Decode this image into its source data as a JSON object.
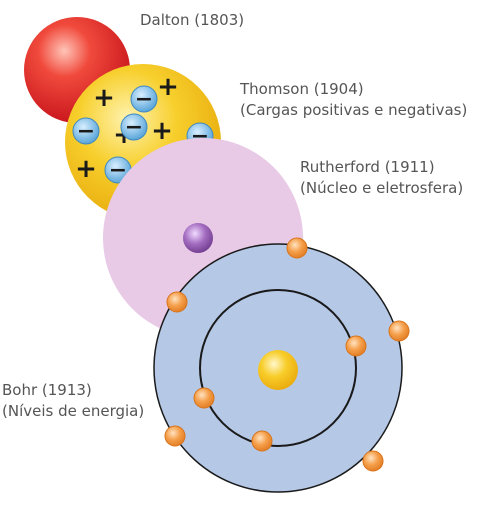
{
  "models": [
    {
      "key": "dalton",
      "name": "Dalton (1803)",
      "subtitle": ""
    },
    {
      "key": "thomson",
      "name": "Thomson (1904)",
      "subtitle": "(Cargas positivas e negativas)"
    },
    {
      "key": "rutherford",
      "name": "Rutherford (1911)",
      "subtitle": "(Núcleo e eletrosfera)"
    },
    {
      "key": "bohr",
      "name": "Bohr (1913)",
      "subtitle": "(Níveis de energia)"
    }
  ],
  "symbols": {
    "plus": "+",
    "minus": "−"
  },
  "colors": {
    "dalton_red": "#e01f25",
    "thomson_yellow": "#f3c316",
    "thomson_electron": "#6fb6e3",
    "rutherford_cloud": "#e8c9e6",
    "rutherford_nucleus": "#9a62b3",
    "bohr_disk": "#b5c8e6",
    "bohr_nucleus": "#f6c21a",
    "bohr_electron": "#f39b45",
    "orbit_stroke": "#1a1a1a"
  }
}
